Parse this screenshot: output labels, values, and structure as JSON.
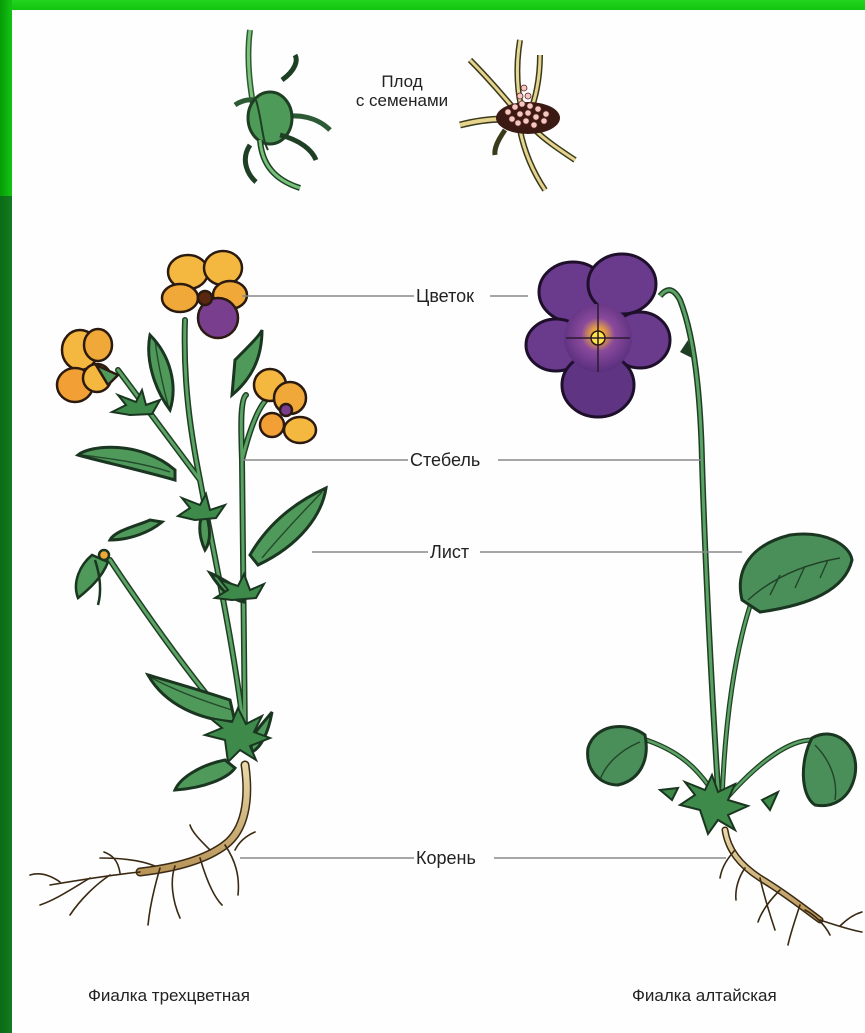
{
  "fruit": {
    "line1": "Плод",
    "line2": "с семенами"
  },
  "labels": {
    "flower": "Цветок",
    "stem": "Стебель",
    "leaf": "Лист",
    "root": "Корень"
  },
  "captions": {
    "left": "Фиалка трехцветная",
    "right": "Фиалка алтайская"
  },
  "colors": {
    "frame_green": "#00b400",
    "panel": "#fefefe",
    "leaf_green": "#4f9a5a",
    "stem_green": "#3f7d48",
    "pansy_yellow": "#f2b53a",
    "pansy_purple": "#7a3e8f",
    "altai_purple": "#6a3a8c",
    "root_tan": "#c8a968"
  }
}
